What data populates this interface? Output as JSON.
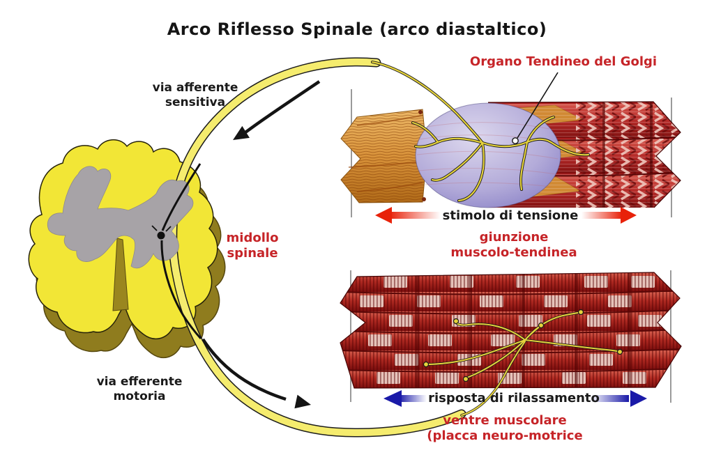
{
  "title": "Arco Riflesso Spinale (arco diastaltico)",
  "golgi_organ": {
    "label": "Organo Tendineo del Golgi"
  },
  "afferent_path": {
    "line1": "via afferente",
    "line2": "sensitiva"
  },
  "efferent_path": {
    "line1": "via efferente",
    "line2": "motoria"
  },
  "spinal_cord": {
    "line1": "midollo",
    "line2": "spinale"
  },
  "tendon_junction": {
    "stimulus_label": "stimolo di tensione",
    "line1": "giunzione",
    "line2": "muscolo-tendinea"
  },
  "muscle_belly": {
    "response_label": "risposta di rilassamento",
    "line1": "ventre muscolare",
    "line2": "(placca neuro-motrice"
  },
  "colors": {
    "title_text": "#151515",
    "label_red": "#c62428",
    "label_black": "#1a1a1a",
    "reflex_arc_yellow": "#f5ec6e",
    "spinal_cord_yellow": "#f2e636",
    "spinal_cord_side_olive": "#8f7c1e",
    "gray_matter": "#a7a3a7",
    "tendon_orange": "#d8923a",
    "golgi_capsule_lavender": "#b3abd9",
    "muscle_red": "#b02a22",
    "nerve_yellow": "#e6d33c",
    "tension_arrow_red": "#e8220a",
    "relaxation_arrow_blue": "#1a1aa8"
  }
}
